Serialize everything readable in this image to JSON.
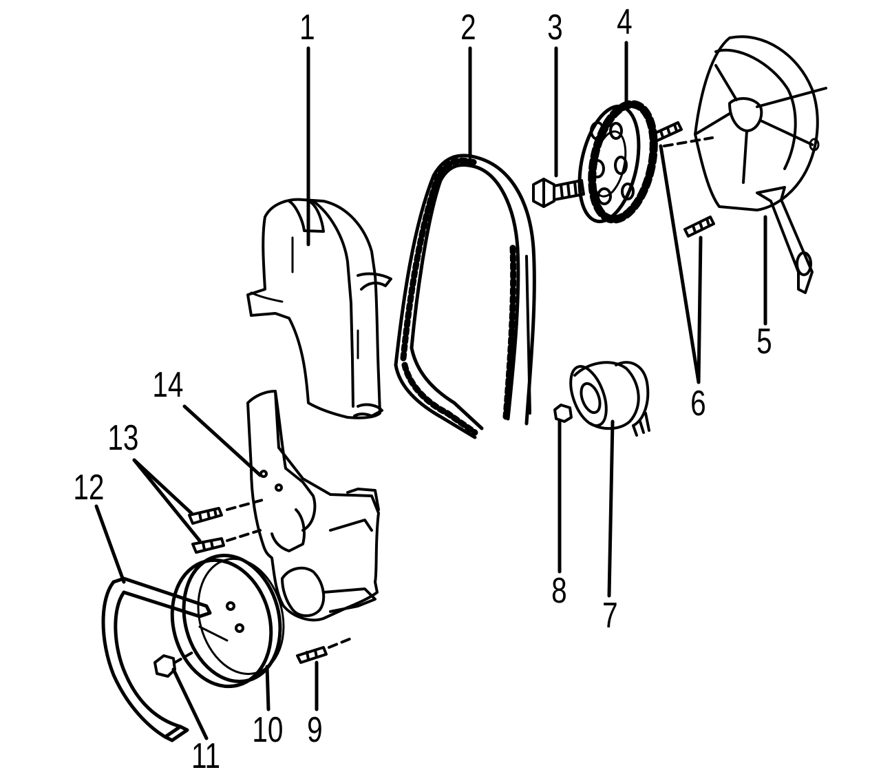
{
  "labels": {
    "l1": "1",
    "l2": "2",
    "l3": "3",
    "l4": "4",
    "l5": "5",
    "l6": "6",
    "l7": "7",
    "l8": "8",
    "l9": "9",
    "l10": "10",
    "l11": "11",
    "l12": "12",
    "l13": "13",
    "l14": "14"
  },
  "colors": {
    "ink": "#000000",
    "paper": "#ffffff"
  }
}
